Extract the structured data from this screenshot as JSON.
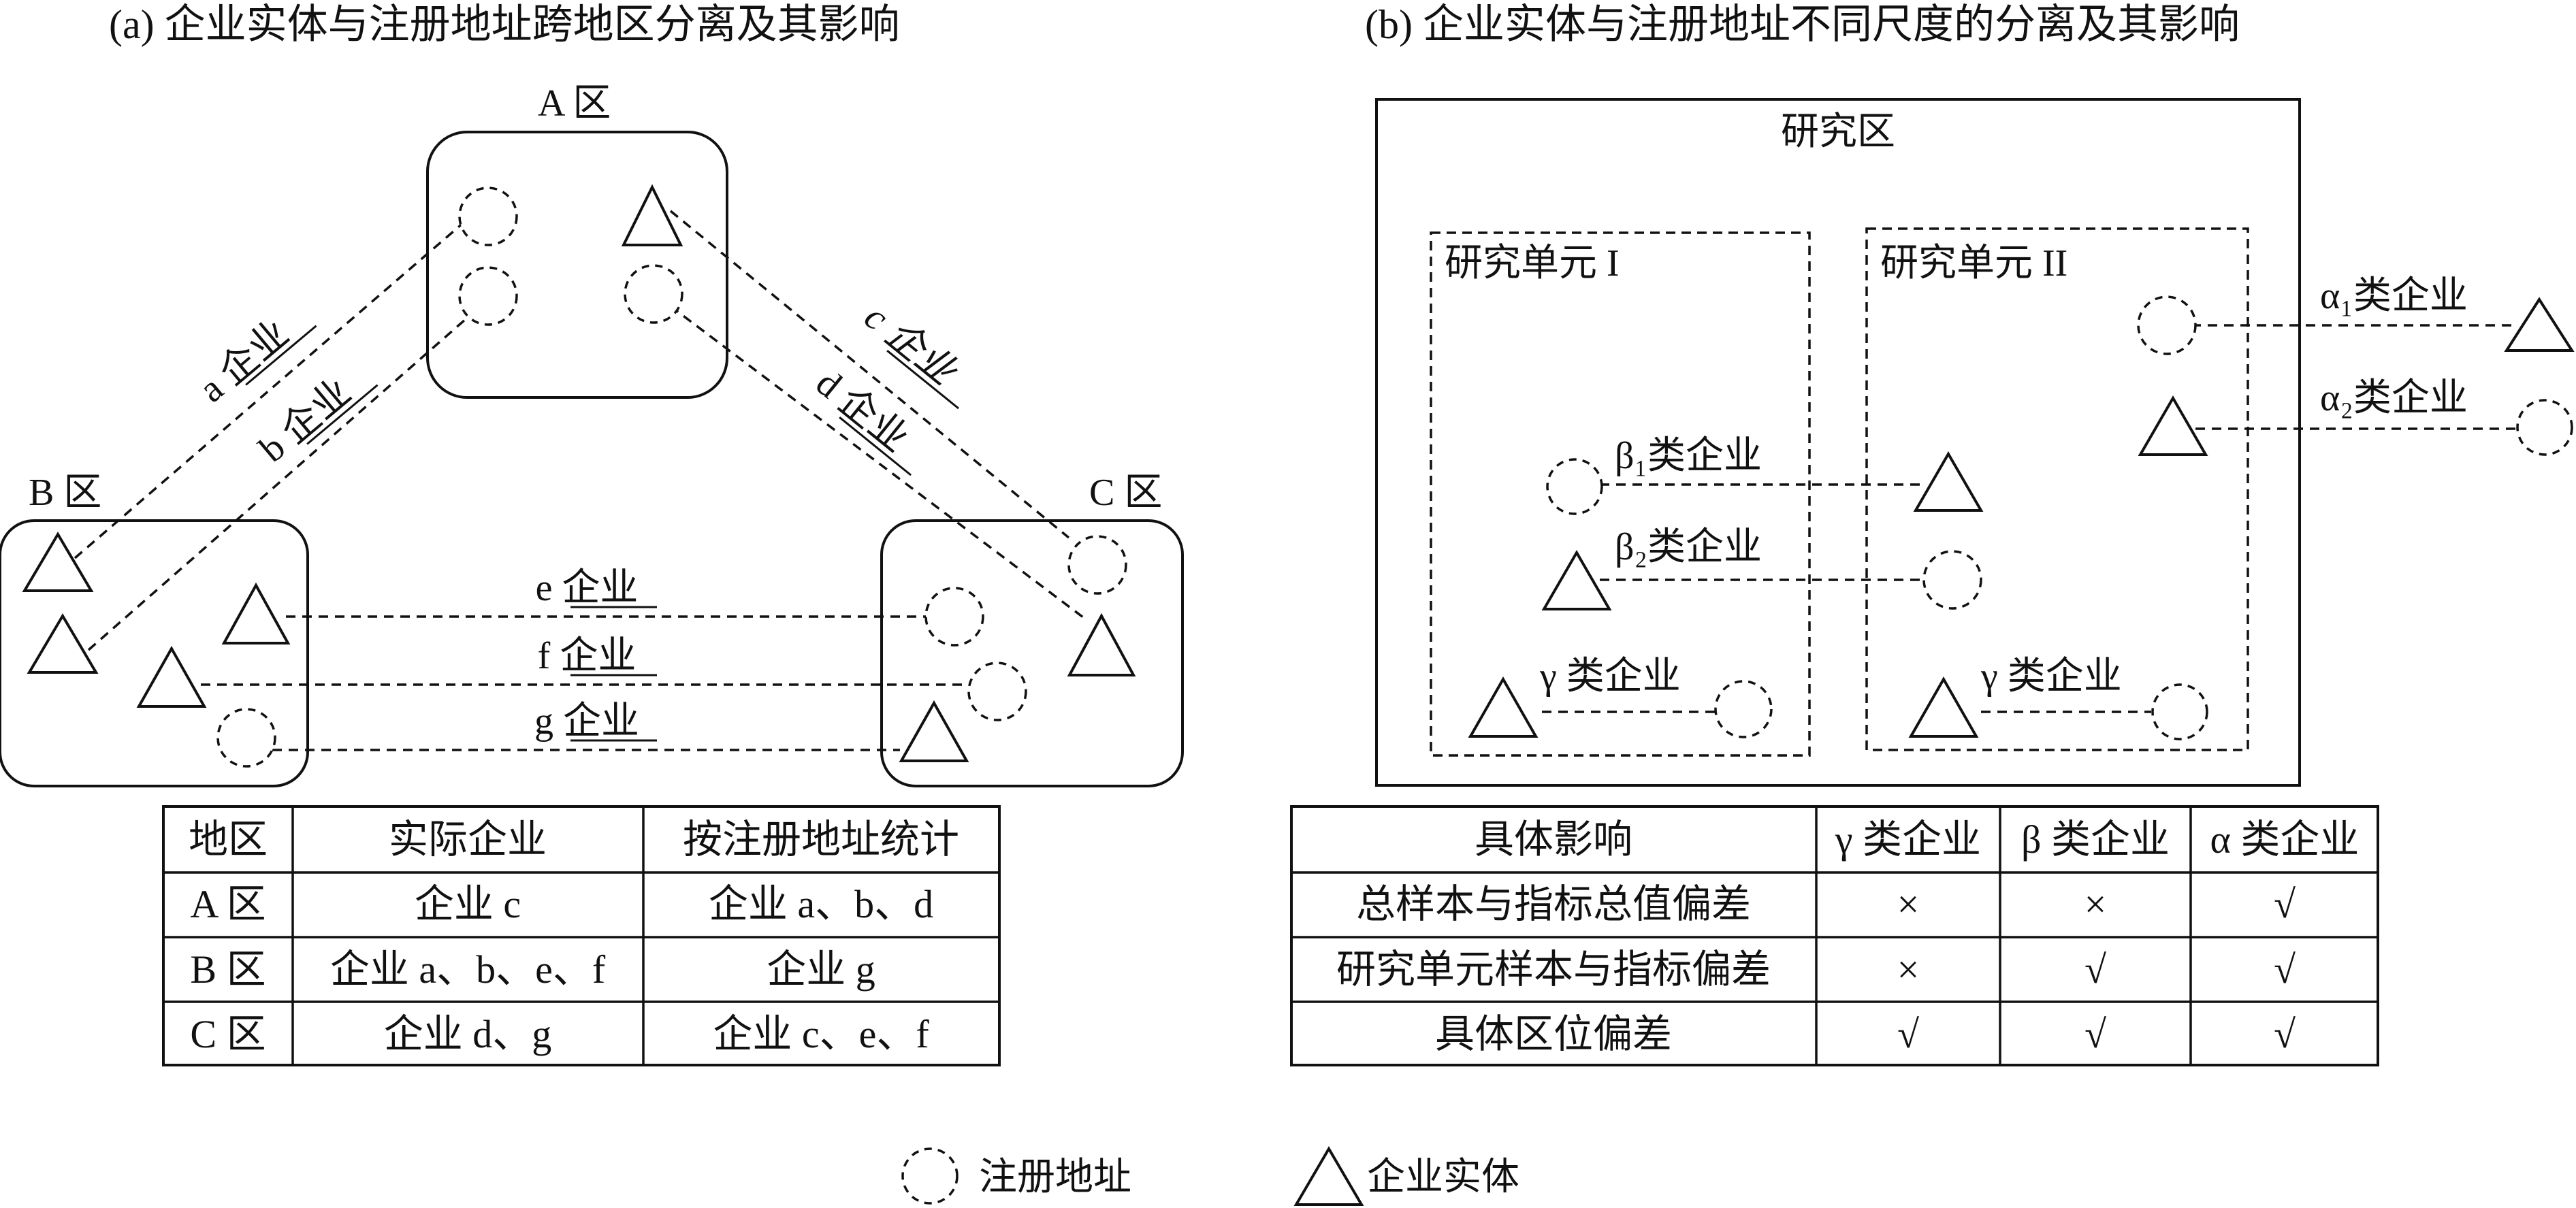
{
  "panel_a": {
    "title": "(a) 企业实体与注册地址跨地区分离及其影响",
    "region_a": "A 区",
    "region_b": "B 区",
    "region_c": "C 区",
    "links": {
      "a": "a 企业",
      "b": "b 企业",
      "c": "c 企业",
      "d": "d 企业",
      "e": "e 企业",
      "f": "f 企业",
      "g": "g 企业"
    },
    "table": {
      "headers": [
        "地区",
        "实际企业",
        "按注册地址统计"
      ],
      "rows": [
        [
          "A 区",
          "企业 c",
          "企业 a、b、d"
        ],
        [
          "B 区",
          "企业 a、b、e、f",
          "企业 g"
        ],
        [
          "C 区",
          "企业 d、g",
          "企业 c、e、f"
        ]
      ]
    }
  },
  "panel_b": {
    "title": "(b) 企业实体与注册地址不同尺度的分离及其影响",
    "study_area": "研究区",
    "unit_1": "研究单元 I",
    "unit_2": "研究单元 II",
    "alpha1": "α₁类企业",
    "alpha2": "α₂类企业",
    "beta1": "β₁类企业",
    "beta2": "β₂类企业",
    "gamma_1": "γ 类企业",
    "gamma_2": "γ 类企业",
    "table": {
      "headers": [
        "具体影响",
        "γ 类企业",
        "β 类企业",
        "α 类企业"
      ],
      "rows": [
        [
          "总样本与指标总值偏差",
          "×",
          "×",
          "√"
        ],
        [
          "研究单元样本与指标偏差",
          "×",
          "√",
          "√"
        ],
        [
          "具体区位偏差",
          "√",
          "√",
          "√"
        ]
      ]
    }
  },
  "legend": {
    "registered_address": "注册地址",
    "enterprise_entity": "企业实体"
  }
}
